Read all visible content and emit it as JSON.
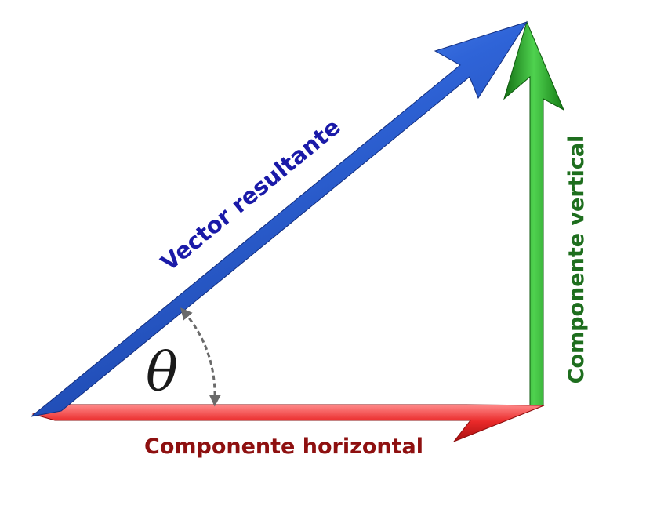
{
  "diagram": {
    "labels": {
      "resultant": "Vector resultante",
      "vertical": "Componente vertical",
      "horizontal": "Componente horizontal",
      "angle": "θ"
    },
    "colors": {
      "resultant_arrow": "#2f64d8",
      "resultant_text": "#1a1aa8",
      "vertical_arrow": "#1f9a1f",
      "vertical_text": "#1e6e1e",
      "horizontal_arrow": "#e8262e",
      "horizontal_text": "#8e1010",
      "angle_arc": "#6a6a6a",
      "angle_symbol": "#1a1a1a"
    }
  }
}
